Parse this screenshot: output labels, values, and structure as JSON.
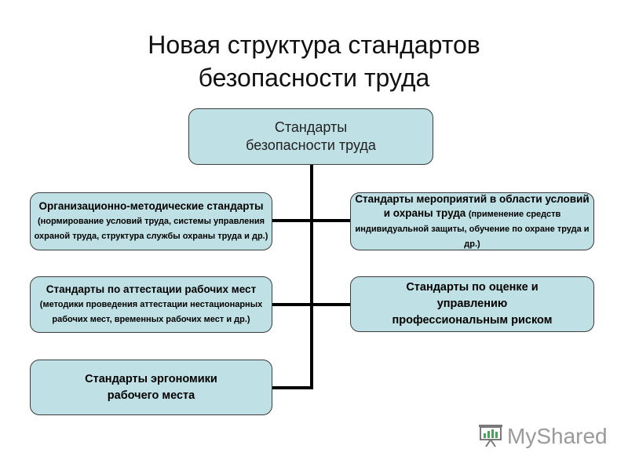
{
  "title": {
    "line1": "Новая структура стандартов",
    "line2": "безопасности труда"
  },
  "root": {
    "line1": "Стандарты",
    "line2": "безопасности труда"
  },
  "org": {
    "main": "Организационно-методические стандарты",
    "detail": "(нормирование условий труда, системы управления охраной труда, структура службы охраны труда и др.)"
  },
  "measures": {
    "main": "Стандарты мероприятий в области условий и охраны труда",
    "detail": "(применение средств индивидуальной защиты, обучение по охране труда и др.)"
  },
  "attestation": {
    "main": "Стандарты по аттестации рабочих мест",
    "detail": "(методики проведения аттестации нестационарных рабочих мест, временных рабочих мест и др.)"
  },
  "risk": {
    "line1": "Стандарты по оценке и",
    "line2": "управлению",
    "line3": "профессиональным риском"
  },
  "ergonomics": {
    "line1": "Стандарты эргономики",
    "line2": "рабочего места"
  },
  "logo": {
    "text": "MyShared",
    "icon": "presentation-board-icon"
  }
}
